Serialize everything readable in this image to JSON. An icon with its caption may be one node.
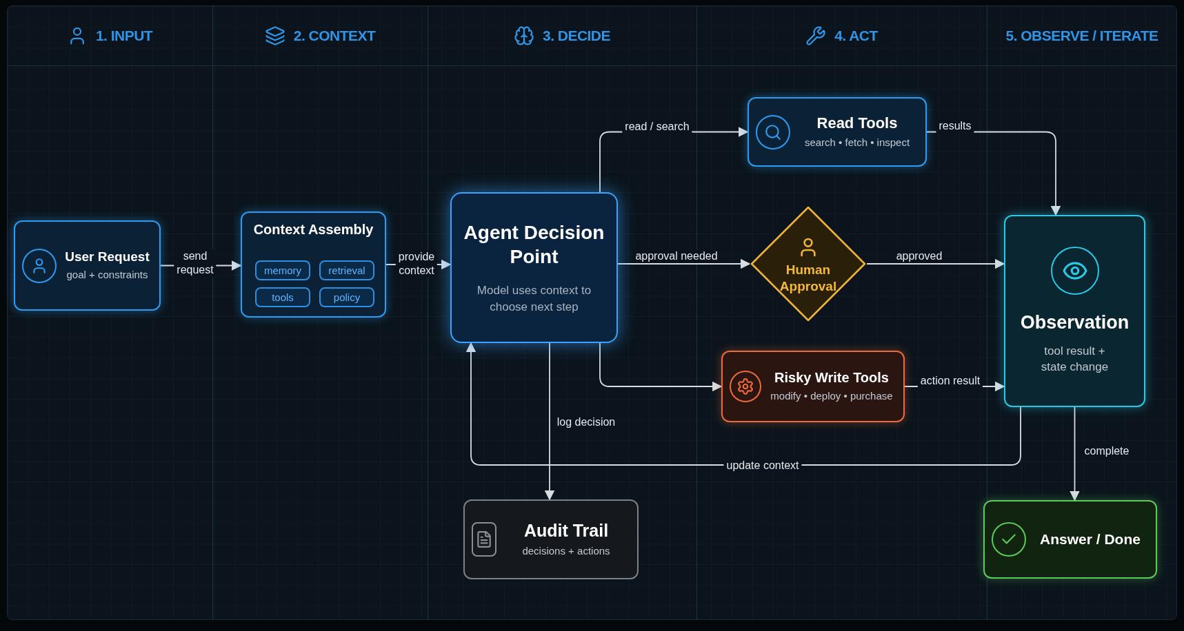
{
  "diagram": {
    "nodes": [
      {
        "text": [
          "User Request",
          "goal + constraints"
        ]
      },
      {
        "text": [
          "Context Assembly"
        ]
      },
      {
        "text": [
          "memory"
        ],
        "in": 1
      },
      {
        "text": [
          "retrieval"
        ],
        "in": 1
      },
      {
        "text": [
          "tools"
        ],
        "in": 1
      },
      {
        "text": [
          "policy"
        ],
        "in": 1
      },
      {
        "text": [
          "Agent Decision Point",
          "Model uses context to choose next step"
        ]
      },
      {
        "text": [
          "Read Tools",
          "search • fetch • inspect"
        ]
      },
      {
        "text": [
          "Human Approval"
        ]
      },
      {
        "text": [
          "Risky Write Tools",
          "modify • deploy • purchase"
        ]
      },
      {
        "text": [
          "Observation",
          "tool result + state change"
        ]
      },
      {
        "text": [
          "Audit Trail",
          "decisions + actions"
        ]
      },
      {
        "text": [
          "Answer / Done"
        ]
      }
    ],
    "edges": [
      {
        "from": 0,
        "to": 1,
        "arrow": "to",
        "label": "send request"
      },
      {
        "from": 1,
        "to": 6,
        "arrow": "to",
        "label": "provide context"
      },
      {
        "from": 6,
        "to": 7,
        "arrow": "to",
        "label": "read / search"
      },
      {
        "from": 6,
        "to": 8,
        "arrow": "to",
        "label": "approval needed"
      },
      {
        "from": 8,
        "to": 10,
        "arrow": "to",
        "label": "approved"
      },
      {
        "from": 7,
        "to": 10,
        "arrow": "to",
        "label": "results"
      },
      {
        "from": 6,
        "to": 9,
        "arrow": "to"
      },
      {
        "from": 9,
        "to": 10,
        "arrow": "to",
        "label": "action result"
      },
      {
        "from": 6,
        "to": 11,
        "arrow": "to",
        "label": "log decision"
      },
      {
        "from": 10,
        "to": 6,
        "arrow": "to",
        "label": "update context"
      },
      {
        "from": 10,
        "to": 12,
        "arrow": "to",
        "label": "complete"
      }
    ],
    "labels": [
      "1. INPUT",
      "2. CONTEXT",
      "3. DECIDE",
      "4. ACT",
      "5. OBSERVE / ITERATE"
    ]
  }
}
